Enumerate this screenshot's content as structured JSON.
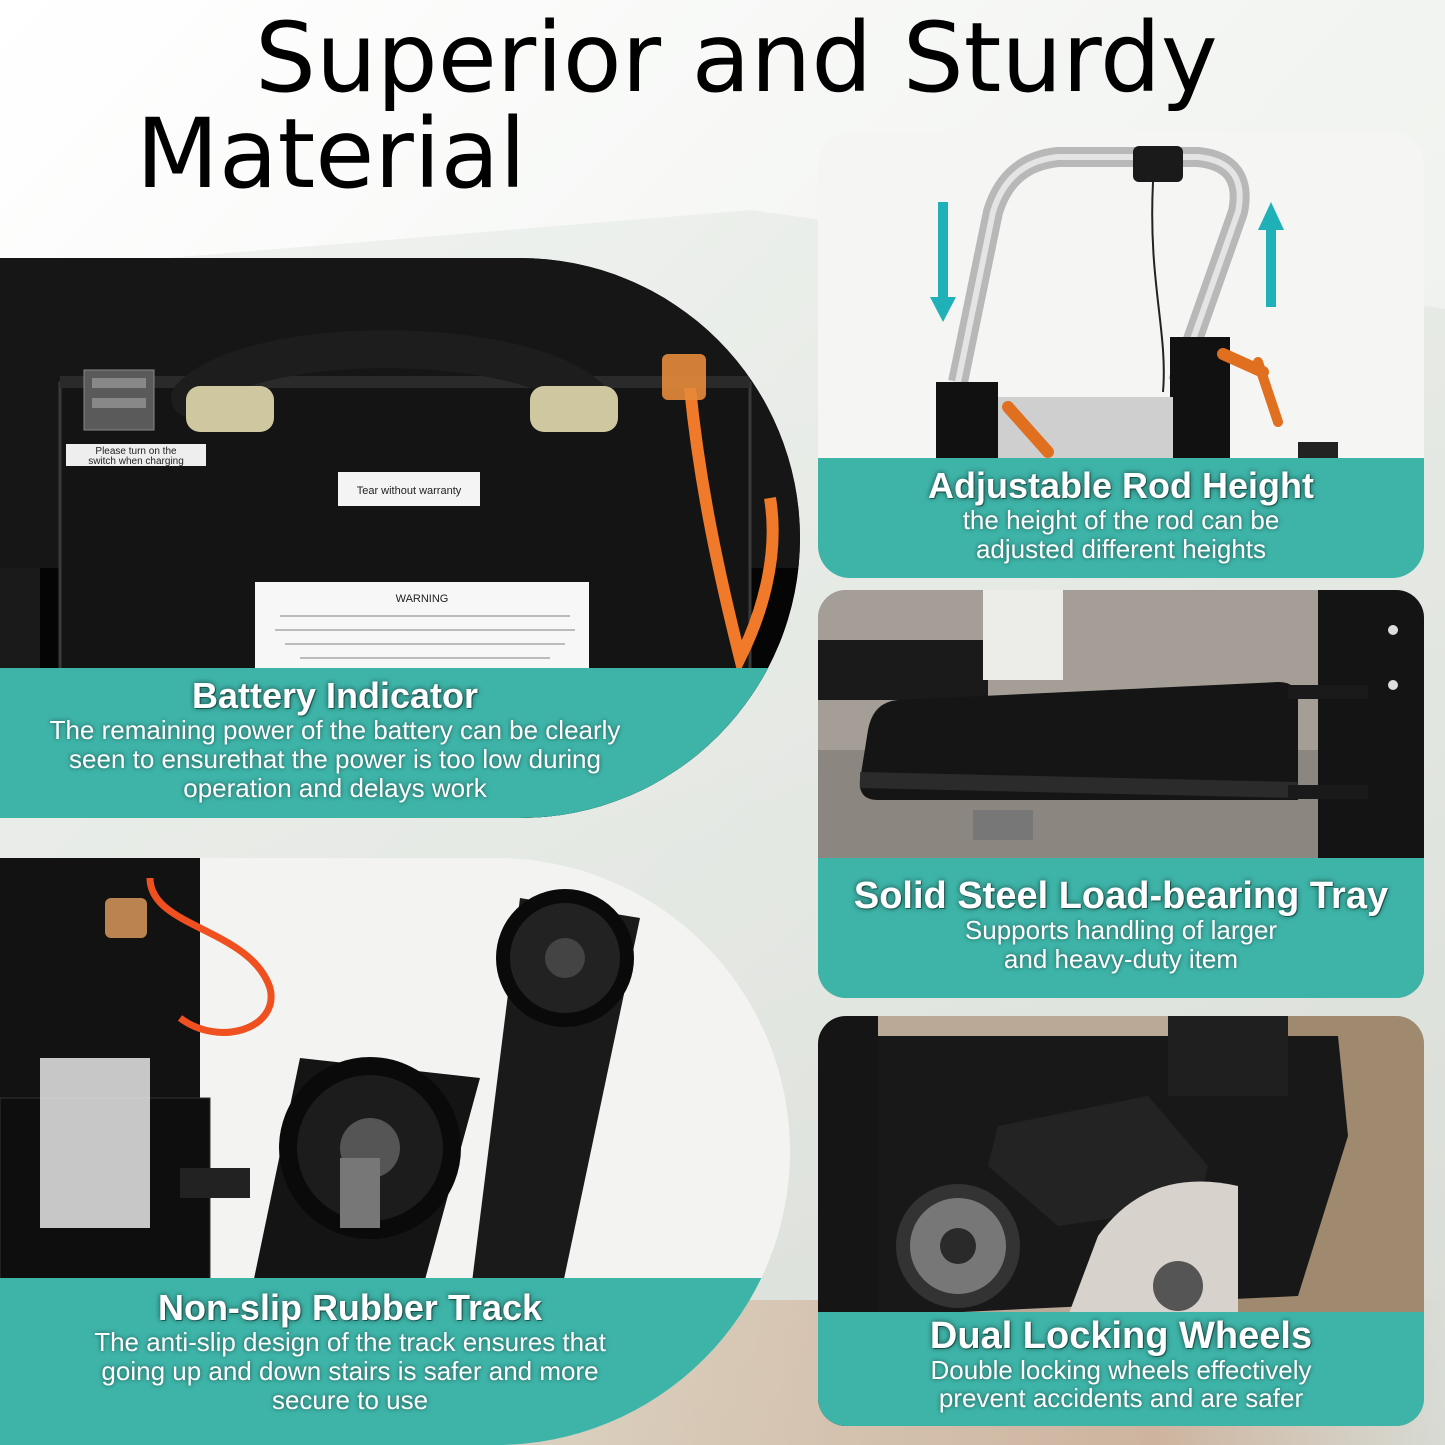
{
  "headline": {
    "line1": "Superior and Sturdy",
    "line2": "Material"
  },
  "features": {
    "battery": {
      "title": "Battery Indicator",
      "description": "The remaining power of the battery can be clearly seen to ensurethat the power is too low during operation and delays work",
      "line1": "The remaining power of the battery can be clearly",
      "line2": "seen to ensurethat the power is too low during",
      "line3": "operation and delays work",
      "labels": {
        "switch_note": "Please turn on the switch when charging",
        "switch_note_line1": "Please turn on the",
        "switch_note_line2": "switch when charging",
        "warranty": "Tear without warranty",
        "warning": "WARNING"
      }
    },
    "track": {
      "title": "Non-slip Rubber Track",
      "line1": "The anti-slip design of the track ensures that",
      "line2": "going up and down stairs is safer and more",
      "line3": "secure to use"
    },
    "rod": {
      "title": "Adjustable Rod Height",
      "line1": "the height of the rod can be",
      "line2": "adjusted different heights"
    },
    "tray": {
      "title": "Solid Steel Load-bearing Tray",
      "line1": "Supports handling of larger",
      "line2": "and heavy-duty item"
    },
    "wheels": {
      "title": "Dual Locking Wheels",
      "line1": "Double locking wheels effectively",
      "line2": "prevent accidents and are safer"
    }
  },
  "colors": {
    "caption_band": "#3eb4a8",
    "cable": "#f07a2a",
    "arrow": "#1fb0b8",
    "device_body": "#111111"
  }
}
